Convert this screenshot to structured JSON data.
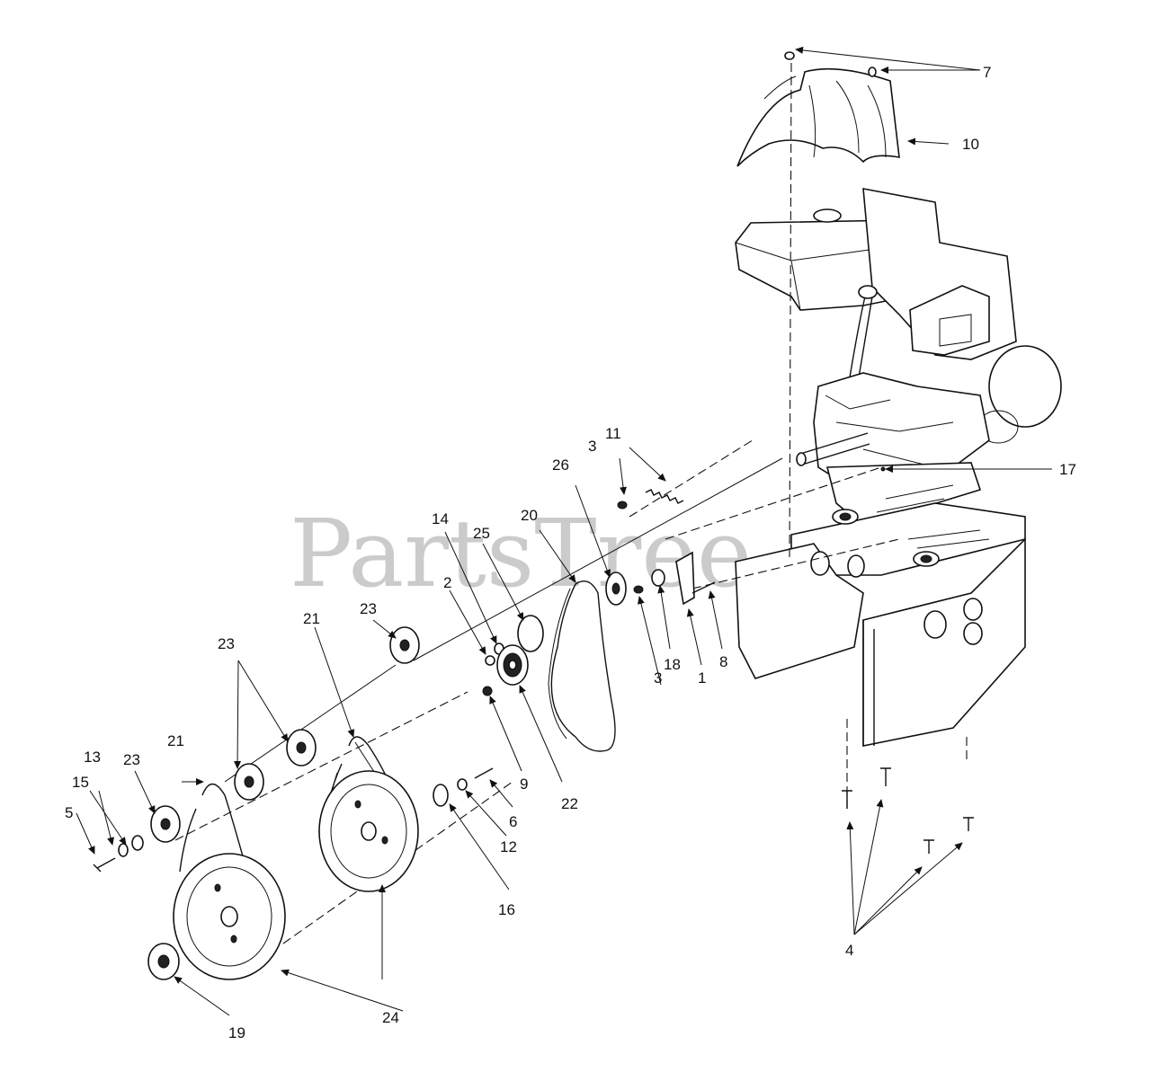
{
  "watermark": "PartsTree",
  "callouts": {
    "c1": "1",
    "c2": "2",
    "c3a": "3",
    "c3b": "3",
    "c4": "4",
    "c5": "5",
    "c6": "6",
    "c7": "7",
    "c8": "8",
    "c9": "9",
    "c10": "10",
    "c11": "11",
    "c12": "12",
    "c13": "13",
    "c14": "14",
    "c15": "15",
    "c16": "16",
    "c17": "17",
    "c18": "18",
    "c19": "19",
    "c20": "20",
    "c21a": "21",
    "c21b": "21",
    "c22": "22",
    "c23a": "23",
    "c23b": "23",
    "c23c": "23",
    "c24": "24",
    "c25": "25",
    "c26": "26"
  }
}
